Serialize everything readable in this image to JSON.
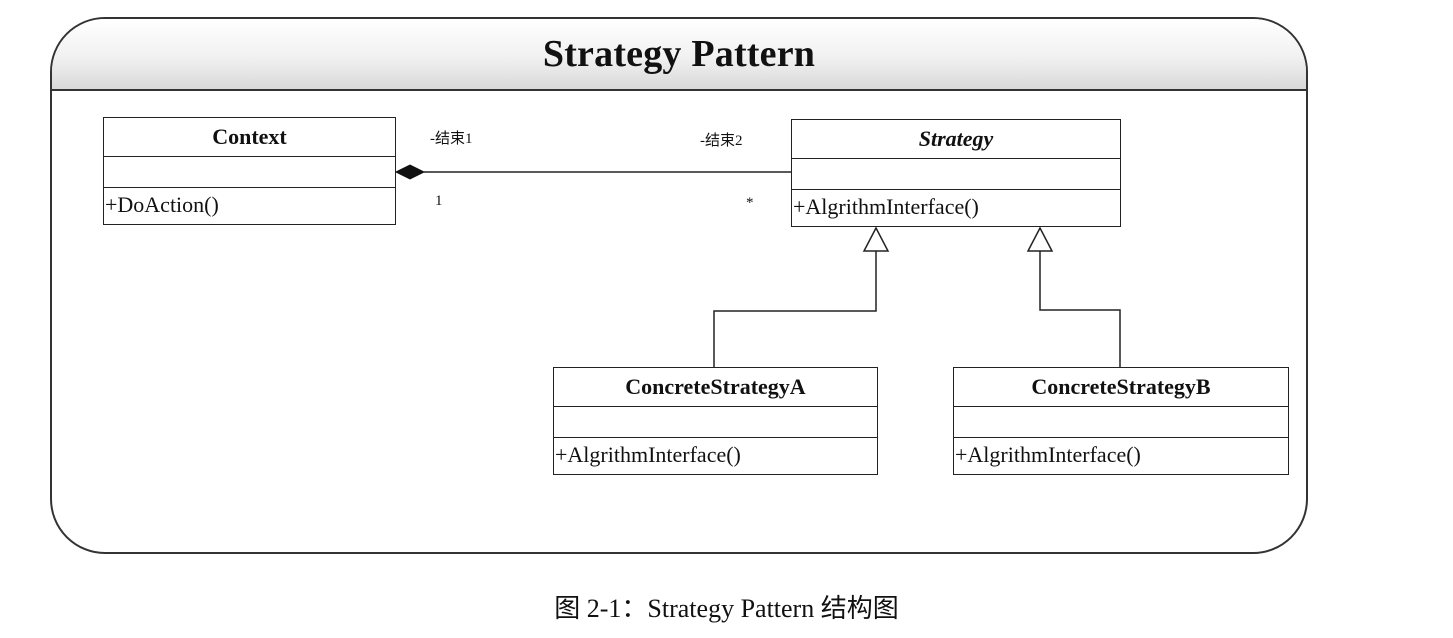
{
  "diagram": {
    "title": "Strategy Pattern",
    "caption": "图 2-1：Strategy Pattern 结构图",
    "classes": {
      "context": {
        "name": "Context",
        "operation": "+DoAction()"
      },
      "strategy": {
        "name": "Strategy",
        "operation": "+AlgrithmInterface()",
        "abstract": true
      },
      "concrete_a": {
        "name": "ConcreteStrategyA",
        "operation": "+AlgrithmInterface()"
      },
      "concrete_b": {
        "name": "ConcreteStrategyB",
        "operation": "+AlgrithmInterface()"
      }
    },
    "association": {
      "end1_role": "-结束1",
      "end2_role": "-结束2",
      "end1_multiplicity": "1",
      "end2_multiplicity": "*"
    }
  }
}
